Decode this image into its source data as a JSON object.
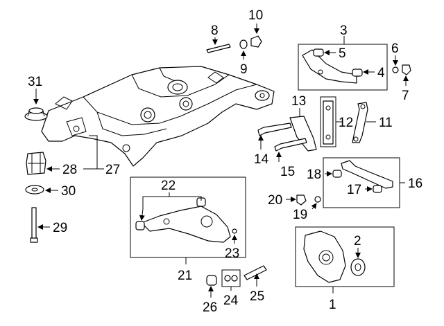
{
  "diagram": {
    "callouts": {
      "c1": "1",
      "c2": "2",
      "c3": "3",
      "c4": "4",
      "c5": "5",
      "c6": "6",
      "c7": "7",
      "c8": "8",
      "c9": "9",
      "c10": "10",
      "c11": "11",
      "c12": "12",
      "c13": "13",
      "c14": "14",
      "c15": "15",
      "c16": "16",
      "c17": "17",
      "c18": "18",
      "c19": "19",
      "c20": "20",
      "c21": "21",
      "c22": "22",
      "c23": "23",
      "c24": "24",
      "c25": "25",
      "c26": "26",
      "c27": "27",
      "c28": "28",
      "c29": "29",
      "c30": "30",
      "c31": "31"
    }
  }
}
